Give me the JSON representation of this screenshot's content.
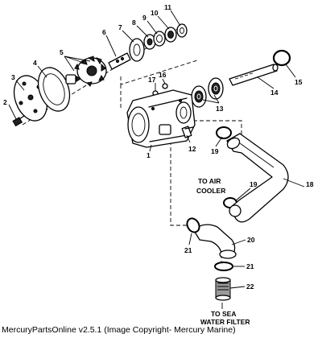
{
  "diagram": {
    "callouts": [
      {
        "id": "1",
        "label": "1"
      },
      {
        "id": "2",
        "label": "2"
      },
      {
        "id": "3",
        "label": "3"
      },
      {
        "id": "4",
        "label": "4"
      },
      {
        "id": "5",
        "label": "5"
      },
      {
        "id": "6",
        "label": "6"
      },
      {
        "id": "7",
        "label": "7"
      },
      {
        "id": "8",
        "label": "8"
      },
      {
        "id": "9",
        "label": "9"
      },
      {
        "id": "10",
        "label": "10"
      },
      {
        "id": "11",
        "label": "11"
      },
      {
        "id": "12",
        "label": "12"
      },
      {
        "id": "13",
        "label": "13"
      },
      {
        "id": "14",
        "label": "14"
      },
      {
        "id": "15",
        "label": "15"
      },
      {
        "id": "16",
        "label": "16"
      },
      {
        "id": "17",
        "label": "17"
      },
      {
        "id": "18",
        "label": "18"
      },
      {
        "id": "19a",
        "label": "19"
      },
      {
        "id": "19b",
        "label": "19"
      },
      {
        "id": "20",
        "label": "20"
      },
      {
        "id": "21a",
        "label": "21"
      },
      {
        "id": "21b",
        "label": "21"
      },
      {
        "id": "22",
        "label": "22"
      }
    ],
    "labels": {
      "air_cooler_line1": "TO AIR",
      "air_cooler_line2": "COOLER",
      "sea_filter_line1": "TO SEA",
      "sea_filter_line2": "WATER FILTER"
    }
  },
  "caption": "MercuryPartsOnline v2.5.1 (Image Copyright- Mercury Marine)"
}
